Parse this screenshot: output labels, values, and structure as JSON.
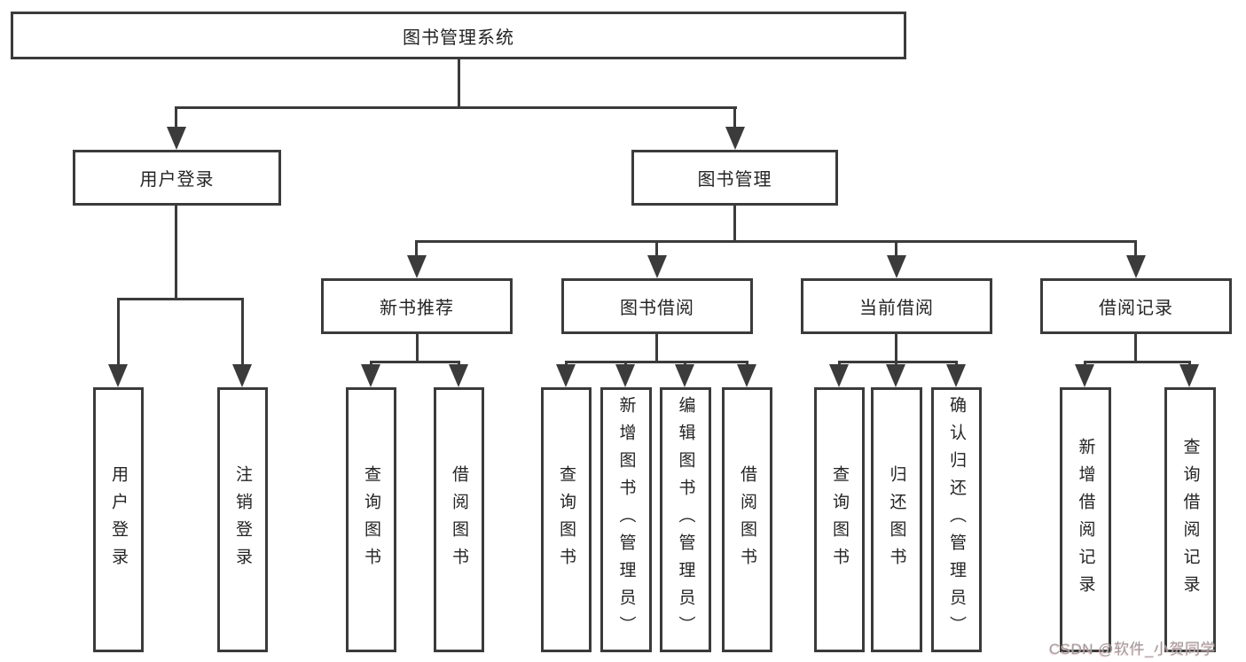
{
  "diagram": {
    "root": {
      "label": "图书管理系统"
    },
    "level2": [
      {
        "label": "用户登录"
      },
      {
        "label": "图书管理"
      }
    ],
    "level3": [
      {
        "label": "新书推荐"
      },
      {
        "label": "图书借阅"
      },
      {
        "label": "当前借阅"
      },
      {
        "label": "借阅记录"
      }
    ],
    "level4": {
      "user_login": [
        "用户登录",
        "注销登录"
      ],
      "new_book": [
        "查询图书",
        "借阅图书"
      ],
      "book_borrow": [
        "查询图书",
        "新增图书（管理员）",
        "编辑图书（管理员）",
        "借阅图书"
      ],
      "current_borrow": [
        "查询图书",
        "归还图书",
        "确认归还（管理员）"
      ],
      "borrow_record": [
        "新增借阅记录",
        "查询借阅记录"
      ]
    },
    "watermark": "CSDN @软件_小贺同学",
    "colors": {
      "line": "#3b3b3b",
      "text": "#242424",
      "watermark": "#9e9e9e",
      "background": "#ffffff"
    }
  }
}
